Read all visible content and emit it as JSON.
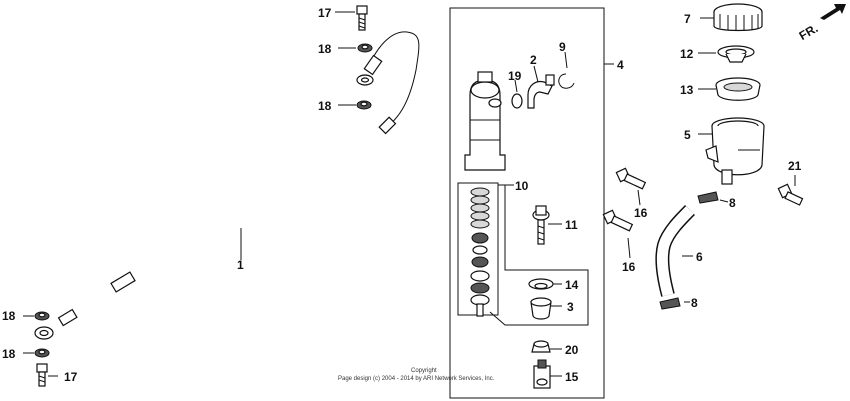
{
  "callouts": {
    "c1": "1",
    "c2": "2",
    "c3": "3",
    "c4": "4",
    "c5": "5",
    "c6": "6",
    "c7": "7",
    "c8a": "8",
    "c8b": "8",
    "c9": "9",
    "c10": "10",
    "c11": "11",
    "c12": "12",
    "c13": "13",
    "c14": "14",
    "c15": "15",
    "c16a": "16",
    "c16b": "16",
    "c17a": "17",
    "c17b": "17",
    "c18a": "18",
    "c18b": "18",
    "c18c": "18",
    "c18d": "18",
    "c19": "19",
    "c20": "20",
    "c21": "21"
  },
  "front_indicator": "FR.",
  "copyright": {
    "line1": "Copyright",
    "line2": "Page design (c) 2004 - 2014 by ARI Network Services, Inc."
  }
}
